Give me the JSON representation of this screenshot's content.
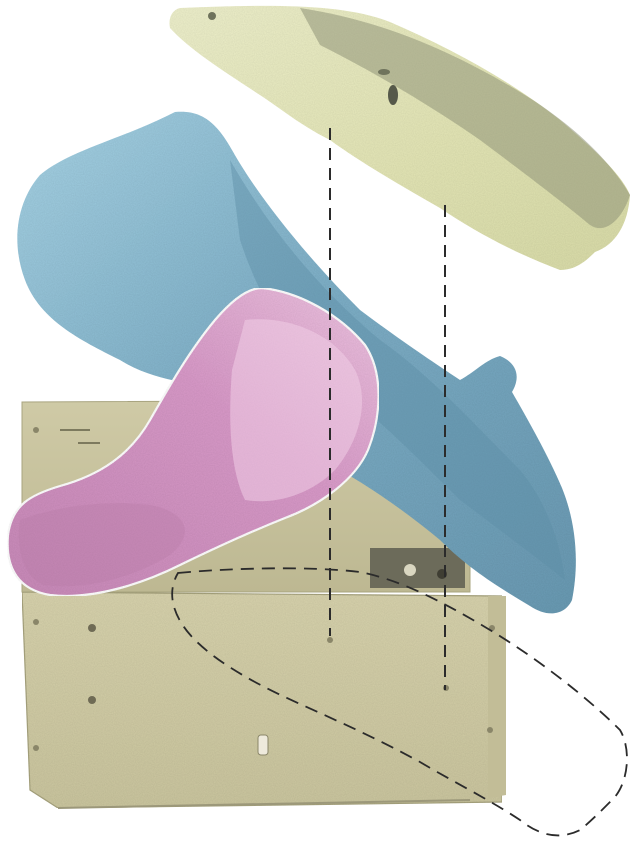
{
  "image": {
    "description_visible_text": "",
    "colors": {
      "background": "#ffffff",
      "box_face": "#d4cfa7",
      "box_face_dark": "#b9b48c",
      "box_top": "#c8c3a0",
      "box_edge": "#a8a47f",
      "blue_fragment": "#7fb0c8",
      "blue_fragment_dark": "#5e8fa6",
      "blue_fragment_light": "#a6d3e6",
      "pink_fragment": "#d99ac9",
      "pink_fragment_light": "#ecc1df",
      "pink_fragment_dark": "#b77aa7",
      "yellow_fragment": "#e6e7b9",
      "yellow_fragment_light": "#f1f2d3",
      "yellow_fragment_dark": "#8f9478",
      "outline_white": "#ffffff",
      "dashed_line": "#2b2b2b"
    },
    "icons": [
      "rock-fragment-yellow",
      "rock-fragment-blue",
      "rock-fragment-pink",
      "metal-box",
      "dashed-outline"
    ]
  }
}
